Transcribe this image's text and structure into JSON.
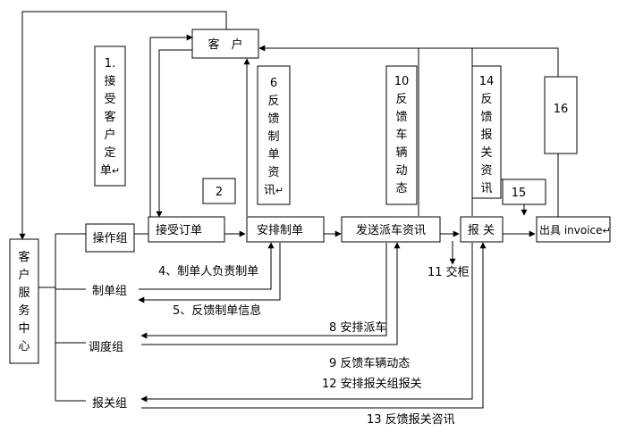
{
  "nodes": {
    "customer": "客　户",
    "service_center": "客户服务中心",
    "ops_group": "操作组",
    "docs_group": "制单组",
    "dispatch_group": "调度组",
    "customs_group": "报关组",
    "receive_order": "接受订单",
    "arrange_docs": "安排制单",
    "send_dispatch": "发送派车资讯",
    "customs_declare": "报 关",
    "issue_invoice": "出具 invoice"
  },
  "callouts": {
    "c1": "1.接受客户定单",
    "c2": "2",
    "c6": "6反馈制单资讯",
    "c10": "10反馈车辆动态",
    "c14": "14反馈报关资讯",
    "c15": "15",
    "c16": "16"
  },
  "labels": {
    "l4": "4、制单人负责制单",
    "l5": "5、反馈制单信息",
    "l8": "8 安排派车",
    "l9": "9 反馈车辆动态",
    "l11": "11 交柜",
    "l12": "12 安排报关组报关",
    "l13": "13 反馈报关咨讯"
  },
  "marks": {
    "return_mark": "↵"
  }
}
